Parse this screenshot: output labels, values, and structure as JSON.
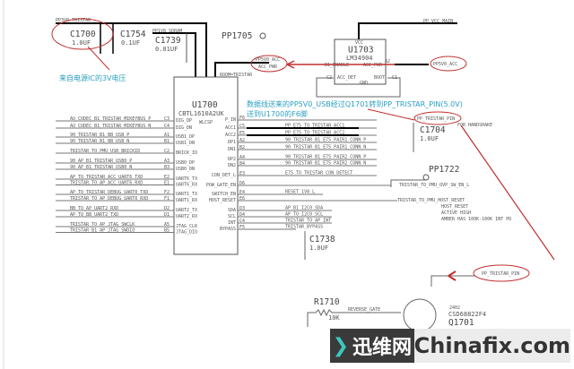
{
  "colors": {
    "wire": "#000000",
    "thin": "#666666",
    "annotation": "#2a9fc0",
    "highlight": "#c0302f"
  },
  "top": {
    "rail_3v0": "PP3V0_TRISTAR",
    "rail_1v8": "PP1V8_SDRAM",
    "c1700": {
      "ref": "C1700",
      "value": "1.0UF"
    },
    "c1754": {
      "ref": "C1754",
      "value": "0.1UF"
    },
    "c1739": {
      "ref": "C1739",
      "value": "0.01UF"
    },
    "pp1705": "PP1705",
    "acc_net": "PP5V0_ACC",
    "acc_pwr": "ACC_PWR",
    "room": "ROOM=TRISTAR"
  },
  "annotations": {
    "power_ic": "来自电源IC的3V电压",
    "line1": "数据线送来的PP5V0_USB经过Q1701转到PP_TRISTAR_PIN(5.0V)",
    "line2": "送到U1700的F6脚"
  },
  "u1700": {
    "ref": "U1700",
    "part": "CBTL1610A2UK",
    "pkg": "WLCSP",
    "left": [
      {
        "net": "AU_CODEC_B1_TRISTAR_MIKEYBUS_P",
        "pin": "C3",
        "name": "DIG_DP"
      },
      {
        "net": "AU_CODEC_B1_TRISTAR_MIKEYBUS_N",
        "pin": "C4",
        "name": "DIG_DN"
      },
      {
        "net": "90_TRISTAR_B1_BB_USB_P",
        "pin": "A1",
        "name": "USB1_DP"
      },
      {
        "net": "90_TRISTAR_B1_BB_USB_N",
        "pin": "B1",
        "name": "USB1_DN"
      },
      {
        "net": "TRISTAR_TO_PMU_USB_BRICKID",
        "pin": "C2",
        "name": "BRICK_ID"
      },
      {
        "net": "90_AP_B1_TRISTAR_USB0_P",
        "pin": "A3",
        "name": "USB0_DP"
      },
      {
        "net": "90_AP_B1_TRISTAR_USB0_N",
        "pin": "B3",
        "name": "USB0_DN"
      },
      {
        "net": "AP_TO_TRISTAR_ACC_UART6_TXD",
        "pin": "E2",
        "name": "UART6_TX"
      },
      {
        "net": "TRISTAR_TO_AP_ACC_UART6_RXD",
        "pin": "E1",
        "name": "UART6_RX"
      },
      {
        "net": "AP_TO_TRISTAR_DEBUG_UART0_TXD",
        "pin": "F2",
        "name": "UART1_TX"
      },
      {
        "net": "TRISTAR_TO_AP_DEBUG_UART0_RXD",
        "pin": "F1",
        "name": "UART1_RX"
      },
      {
        "net": "BB_TO_AP_UART2_RXD",
        "pin": "D2",
        "name": "UART2_TX"
      },
      {
        "net": "AP_TO_BB_UART2_TXD",
        "pin": "D1",
        "name": "UART2_RX"
      },
      {
        "net": "TRISTAR_TO_AP_JTAG_SWCLK",
        "pin": "A5",
        "name": "JTAG_CLK"
      },
      {
        "net": "TRISTAR_B1_AP_JTAG_SWDIO",
        "pin": "B5",
        "name": "JTAG_DIO"
      }
    ],
    "right": [
      {
        "net": "",
        "pin": "F6",
        "name": "P_IN"
      },
      {
        "net": "PP_E75_TO_TRISTAR_ACC1",
        "pin": "C5",
        "name": "ACC1"
      },
      {
        "net": "PP_E75_TO_TRISTAR_ACC2",
        "pin": "E5",
        "name": "ACC2"
      },
      {
        "net": "90_TRISTAR_B1_E75_PAIR1_CONN_P",
        "pin": "A2",
        "name": "DP1"
      },
      {
        "net": "90_TRISTAR_B1_E75_PAIR1_CONN_N",
        "pin": "B2",
        "name": "DN1"
      },
      {
        "net": "90_TRISTAR_B1_E75_PAIR2_CONN_P",
        "pin": "A4",
        "name": "DP2"
      },
      {
        "net": "90_TRISTAR_B1_E75_PAIR2_CONN_N",
        "pin": "B4",
        "name": "DN2"
      },
      {
        "net": "E75_TO_TRISTAR_CON_DETECT",
        "pin": "E3",
        "name": "CON_DET_L"
      },
      {
        "net": "",
        "pin": "D6",
        "name": "POW_GATE_EN"
      },
      {
        "net": "RESET_1V8_L",
        "pin": "E4",
        "name": "SWITCH_EN"
      },
      {
        "net": "",
        "pin": "E6",
        "name": "HOST_RESET"
      },
      {
        "net": "AP_B1_I2C0_SDA",
        "pin": "D3",
        "name": "SDA"
      },
      {
        "net": "AP_TO_I2C0_SCL",
        "pin": "D4",
        "name": "SCL"
      },
      {
        "net": "TRISTAR_TO_AP_INT",
        "pin": "C4",
        "name": "INT"
      },
      {
        "net": "TRISTAR_BYPASS",
        "pin": "F5",
        "name": "BYPASS"
      }
    ]
  },
  "u1703": {
    "ref": "U1703",
    "part": "LM34904",
    "vcc": "VCC",
    "gnd": "GND",
    "b1": "B1",
    "b1_name": "B1_ENABLE",
    "a2": "A2",
    "a2_name": "ACC_PWR",
    "c2": "C2",
    "c2_name": "ACC_DET",
    "c1": "C1",
    "c1_name": "BOOT",
    "vcc_net": "PP_VCC_MAIN",
    "out_net": "PP5V0_ACC"
  },
  "right_side": {
    "tristar_pin": "PP_TRISTAR_PIN",
    "handshake": "FOR HANDSHAKE",
    "c1704": {
      "ref": "C1704",
      "value": "1.0UF"
    },
    "pp1722": "PP1722",
    "ovp_net": "TRISTAR_TO_PMU_OVP_SW_EN_L",
    "host_reset_net": "TRISTAR_TO_PMU_HOST_RESET",
    "note1": "HOST_RESET",
    "note2": "ACTIVE HIGH",
    "note3": "AMBER HAS 100K-100K INT PD"
  },
  "bottom": {
    "c1738": {
      "ref": "C1738",
      "value": "1.0UF"
    },
    "tristar_pin": "PP_TRISTAR_PIN",
    "r1710": {
      "ref": "R1710",
      "value": "10K"
    },
    "gate_net": "REVERSE_GATE",
    "q1701": {
      "ref": "Q1701",
      "part": "CSD68822F4",
      "pkg": "2402"
    }
  },
  "watermark": {
    "cn": "迅维网",
    "en": "Chinafix.com"
  }
}
